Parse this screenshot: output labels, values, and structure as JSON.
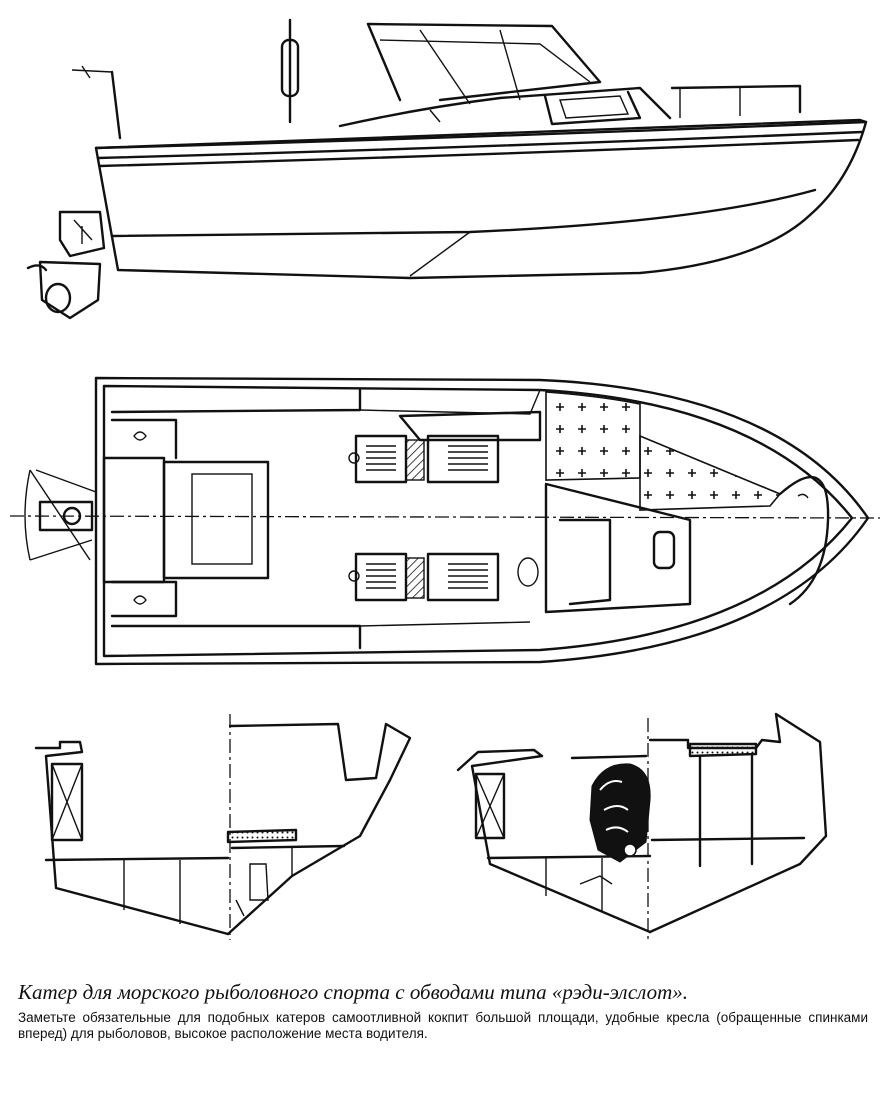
{
  "caption": {
    "title": "Катер для морского рыболовного спорта с обводами типа «рэди-элслот».",
    "body": "Заметьте обязательные для подобных катеров самоотливной кокпит большой площади, удобные кресла (обращенные спинками вперед) для рыболовов, высокое расположение места водителя."
  },
  "views": [
    {
      "name": "side-profile-view"
    },
    {
      "name": "plan-view"
    },
    {
      "name": "section-left"
    },
    {
      "name": "section-right"
    }
  ],
  "palette": {
    "ink": "#111111",
    "paper": "#ffffff"
  }
}
